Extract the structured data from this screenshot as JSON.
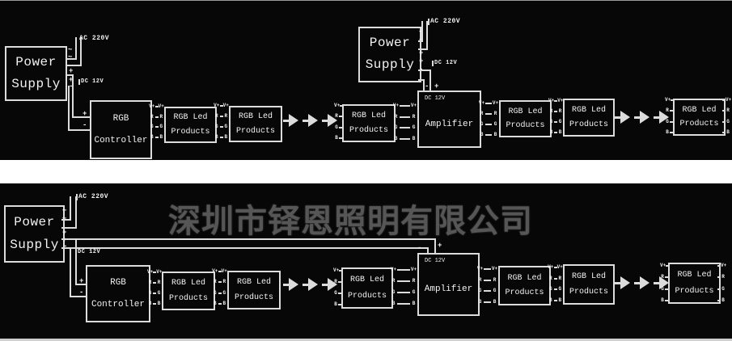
{
  "watermark": {
    "text": "深圳市铎恩照明有限公司"
  },
  "pins": [
    "V+",
    "R",
    "G",
    "B"
  ],
  "labels": {
    "power1": "Power",
    "power2": "Supply",
    "ctrl1": "RGB",
    "ctrl2": "Controller",
    "prod1": "RGB Led",
    "prod2": "Products",
    "amp1": "DC 12V",
    "amp2": "Amplifier",
    "ac": "AC 220V",
    "dc": "DC 12V",
    "plus": "+",
    "minus": "-",
    "tilde": "~"
  },
  "colors": {
    "background": "#070707",
    "line": "#dcdcdc",
    "text": "#f2f2f2",
    "watermark": "#565656",
    "separator": "#ffffff"
  }
}
